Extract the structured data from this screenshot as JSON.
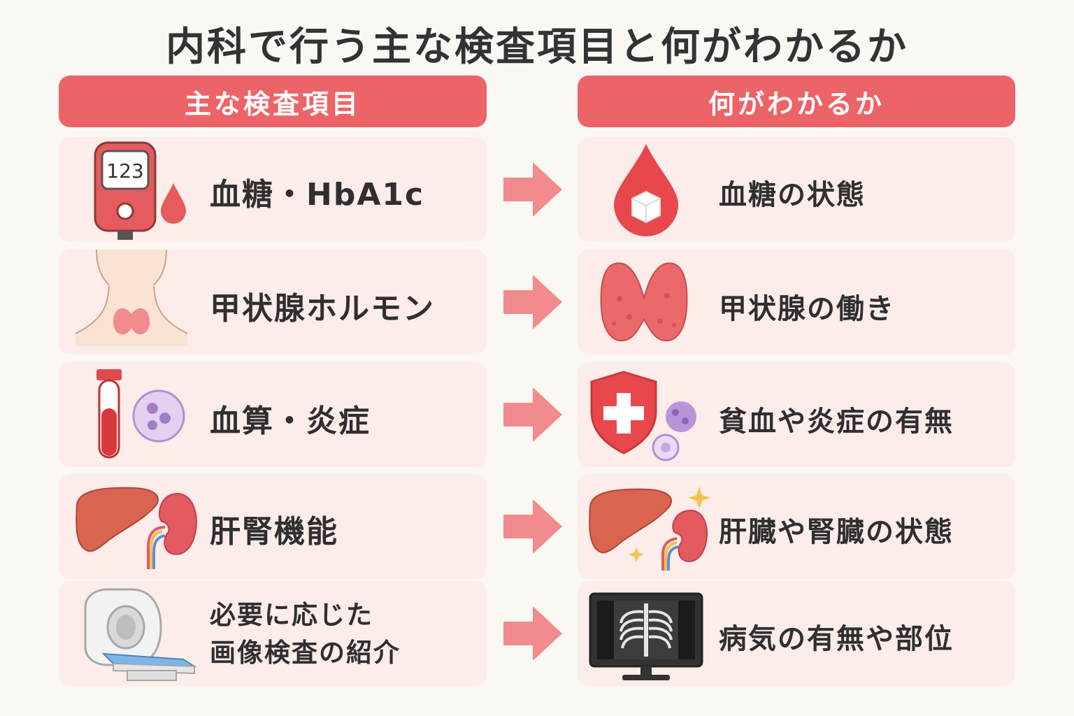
{
  "title": "内科で行う主な検査項目と何がわかるか",
  "headers": {
    "left": "主な検査項目",
    "right": "何がわかるか"
  },
  "rows": [
    {
      "item": "血糖・HbA1c",
      "meter_display": "123",
      "result": "血糖の状態",
      "left_icon": "glucose-meter-icon",
      "right_icon": "blood-drop-sugar-icon"
    },
    {
      "item": "甲状腺ホルモン",
      "result": "甲状腺の働き",
      "left_icon": "neck-thyroid-icon",
      "right_icon": "thyroid-gland-icon"
    },
    {
      "item": "血算・炎症",
      "result": "貧血や炎症の有無",
      "left_icon": "blood-test-tube-icon",
      "right_icon": "shield-cross-cells-icon"
    },
    {
      "item": "肝腎機能",
      "result": "肝臓や腎臓の状態",
      "left_icon": "liver-kidney-icon",
      "right_icon": "liver-kidney-sparkle-icon"
    },
    {
      "item_line1": "必要に応じた",
      "item_line2": "画像検査の紹介",
      "result": "病気の有無や部位",
      "left_icon": "ct-scanner-icon",
      "right_icon": "chest-xray-monitor-icon"
    }
  ],
  "colors": {
    "accent": "#ec6468",
    "card": "#fcecea",
    "arrow": "#f28b8d",
    "text": "#2f2f2f"
  }
}
